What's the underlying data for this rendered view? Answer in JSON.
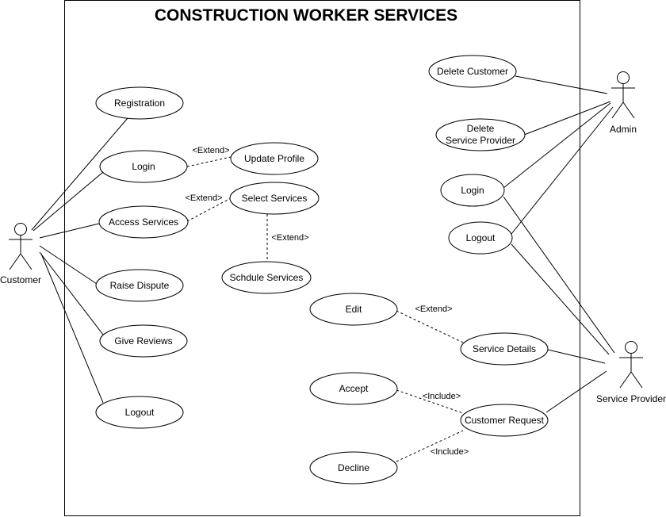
{
  "title": "CONSTRUCTION WORKER SERVICES",
  "actors": {
    "customer": "Customer",
    "admin": "Admin",
    "service_provider": "Service Provider"
  },
  "use_cases": {
    "registration": "Registration",
    "customer_login": "Login",
    "access_services": "Access Services",
    "raise_dispute": "Raise Dispute",
    "give_reviews": "Give Reviews",
    "customer_logout": "Logout",
    "update_profile": "Update Profile",
    "select_services": "Select Services",
    "schedule_services": "Schdule Services",
    "delete_customer": "Delete Customer",
    "delete_service_provider_line1": "Delete",
    "delete_service_provider_line2": "Service Provider",
    "shared_login": "Login",
    "shared_logout": "Logout",
    "edit": "Edit",
    "service_details": "Service Details",
    "accept": "Accept",
    "customer_request": "Customer Request",
    "decline": "Decline"
  },
  "relations": {
    "extend_update_profile": "<Extend>",
    "extend_select_services": "<Extend>",
    "extend_schedule_services": "<Extend>",
    "extend_edit": "<Extend>",
    "include_accept": "<Include>",
    "include_decline": "<Include>"
  }
}
